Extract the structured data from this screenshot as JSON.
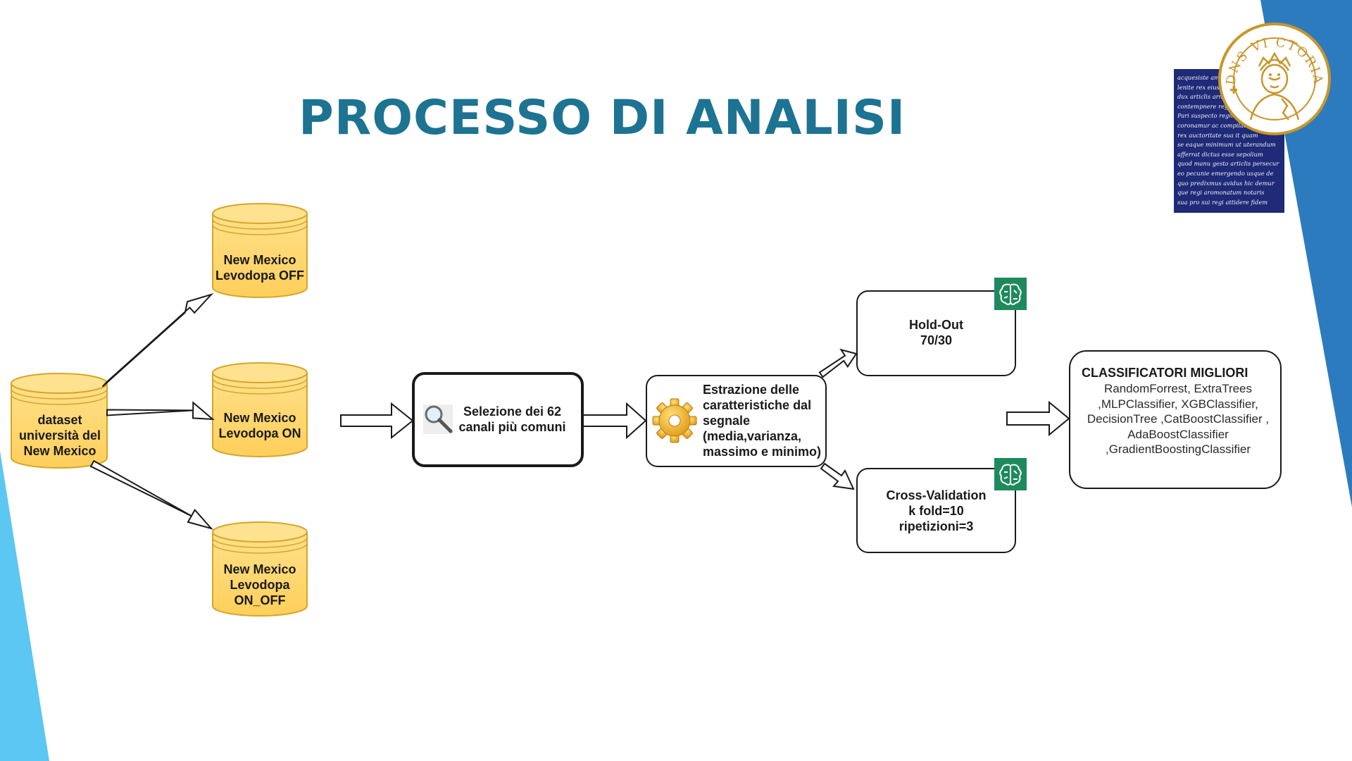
{
  "slide": {
    "title": "PROCESSO DI ANALISI"
  },
  "colors": {
    "title": "#1d7392",
    "database_fill": "#ffd36b",
    "database_stroke": "#d6a62a",
    "accent_blue_light": "#5bc7f2",
    "accent_blue_dark": "#2d7bbf",
    "manuscript_bg": "#1f2a78",
    "seal_gold": "#c8962b",
    "ml_icon_bg": "#1e8a5c"
  },
  "diagram": {
    "source_db": "dataset università del New Mexico",
    "databases": [
      {
        "label": "New Mexico Levodopa OFF"
      },
      {
        "label": "New Mexico Levodopa ON"
      },
      {
        "label": "New Mexico Levodopa ON_OFF"
      }
    ],
    "selection": {
      "label": "Selezione dei 62 canali più comuni",
      "icon": "magnifier-icon"
    },
    "extraction": {
      "label": "Estrazione delle caratteristiche dal segnale (media,varianza, massimo e minimo)",
      "icon": "gear-icon"
    },
    "holdout": {
      "line1": "Hold-Out",
      "line2": "70/30",
      "icon": "ml-brain-icon"
    },
    "crossval": {
      "line1": "Cross-Validation",
      "line2": "k fold=10",
      "line3": "ripetizioni=3",
      "icon": "ml-brain-icon"
    },
    "result": {
      "title": "CLASSIFICATORI MIGLIORI",
      "list": "RandomForrest, ExtraTrees ,MLPClassifier, XGBClassifier, DecisionTree ,CatBoostClassifier , AdaBoostClassifier ,GradientBoostingClassifier"
    }
  },
  "logo": {
    "seal_text": "DNS VI CTORIA",
    "manuscript_lines": [
      "acquesiste amplius quam",
      "lenite rex eius stablis",
      "dux articlis armis tenebat",
      "contempnere regiam potent",
      "Pari suspecto regni tamen",
      "coronamur ac compilatu",
      "rex auctoritate sua it quam",
      "se eaque minimum ut uterandum",
      "afferrat dictus esse sepolium",
      "quod manu gesto articlis persecur",
      "eo pecunie emergendo usque de",
      "quo predixmus avidus hic demur",
      "que regi aromonatum notaris",
      "sua pro sui regi attidere fidem"
    ]
  }
}
